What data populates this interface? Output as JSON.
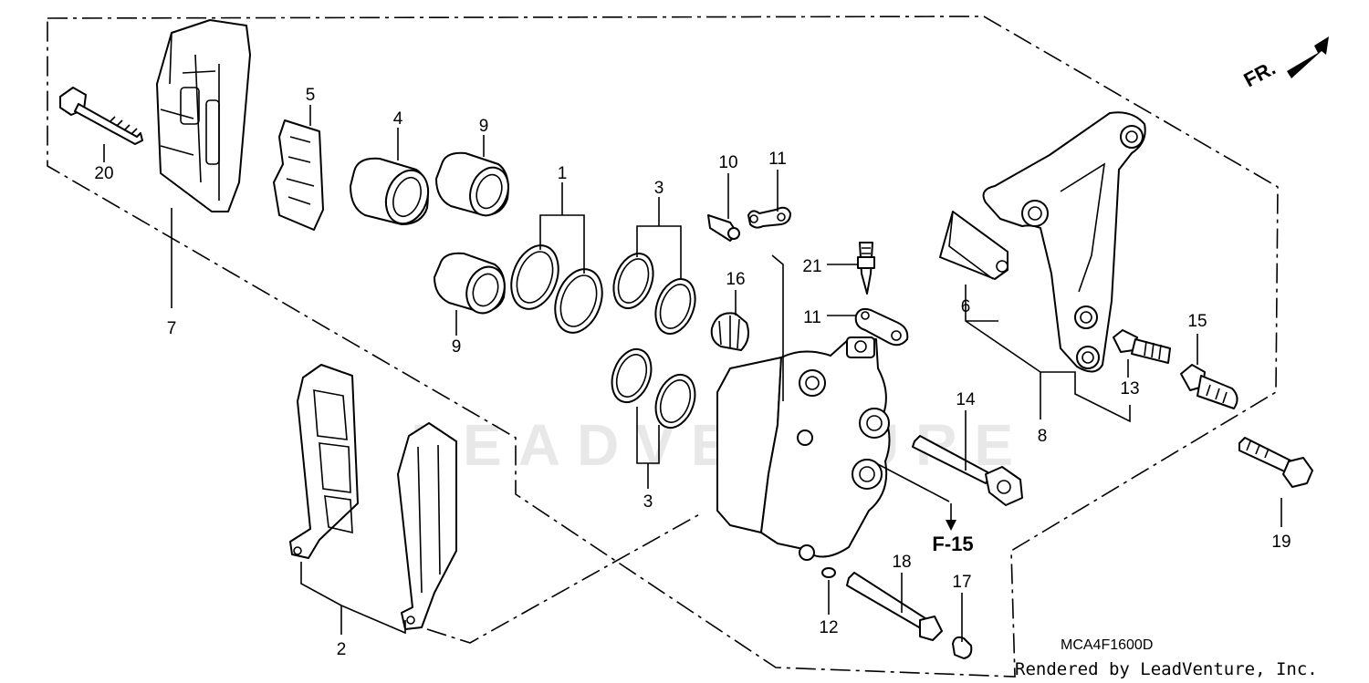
{
  "watermark": "LEADVENTURE",
  "diagram_code": "MCA4F1600D",
  "credit": "Rendered by LeadVenture, Inc.",
  "reference": "F-15",
  "front_marker": "FR.",
  "labels": {
    "p1": "1",
    "p2": "2",
    "p3a": "3",
    "p3b": "3",
    "p4": "4",
    "p5": "5",
    "p6": "6",
    "p7": "7",
    "p8": "8",
    "p9a": "9",
    "p9b": "9",
    "p10": "10",
    "p11a": "11",
    "p11b": "11",
    "p12": "12",
    "p13": "13",
    "p14": "14",
    "p15": "15",
    "p16": "16",
    "p17": "17",
    "p18": "18",
    "p19": "19",
    "p20": "20",
    "p21": "21"
  }
}
